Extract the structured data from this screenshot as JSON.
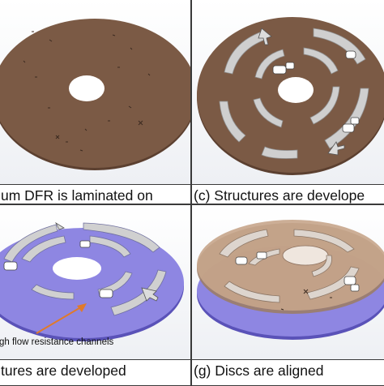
{
  "panels": [
    {
      "caption": "um DFR is laminated on"
    },
    {
      "caption": "(c) Structures are develope"
    },
    {
      "caption": "tures are developed"
    },
    {
      "caption": "(g) Discs are aligned"
    }
  ],
  "annotation": "gh flow resistance channels",
  "colors": {
    "brown_disc": "#7b5a45",
    "brown_edge": "#5c4030",
    "blue_disc": "#8e86e2",
    "blue_edge": "#5a52b8",
    "tan_disc": "#c7a58b",
    "slot_gray": "#c9c9c9",
    "arrow_orange": "#e07a2b"
  }
}
